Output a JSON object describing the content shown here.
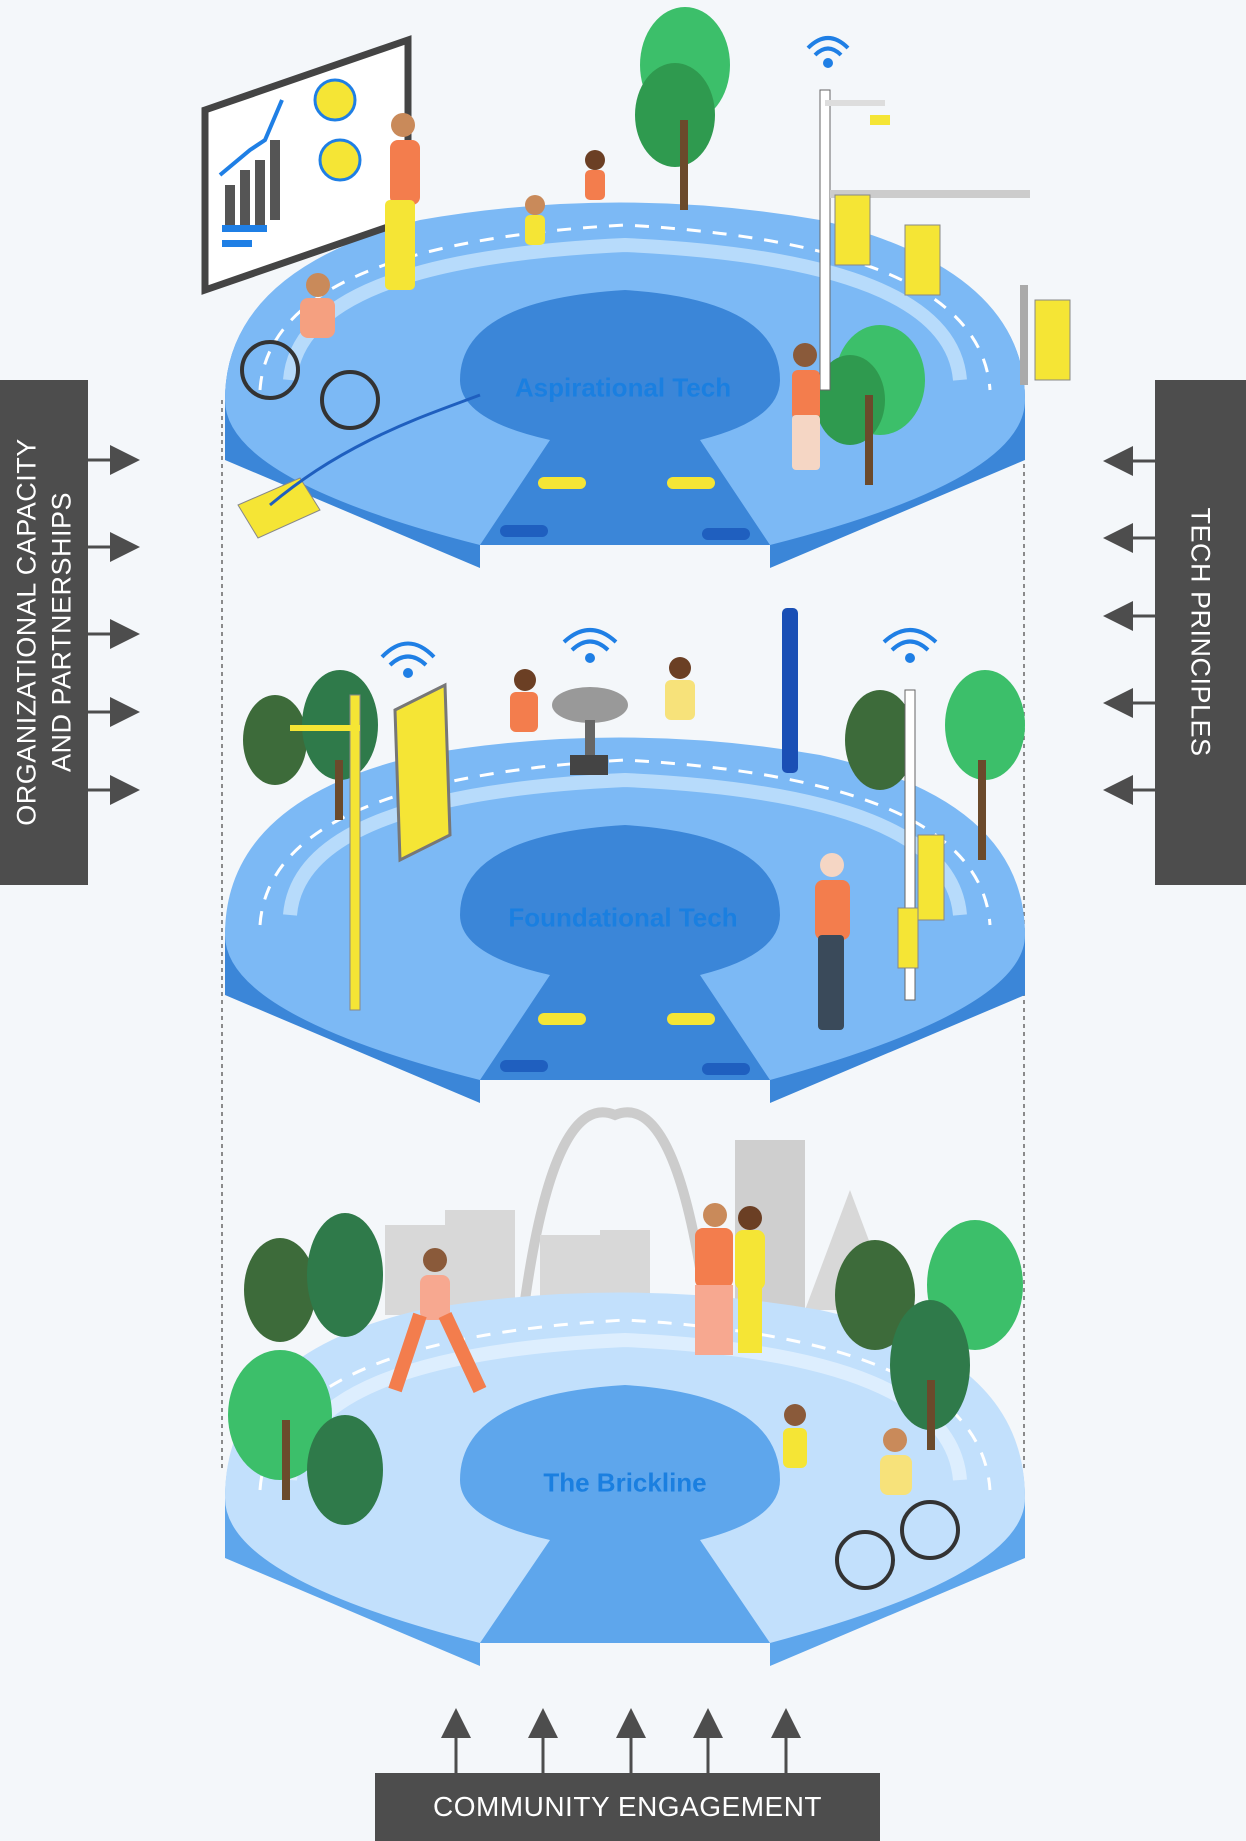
{
  "labels": {
    "left": [
      "ORGANIZATIONAL CAPACITY",
      "AND PARTNERSHIPS"
    ],
    "right": "TECH PRINCIPLES",
    "bottom": "COMMUNITY ENGAGEMENT"
  },
  "rings": [
    {
      "label": "Aspirational Tech"
    },
    {
      "label": "Foundational Tech"
    },
    {
      "label": "The Brickline"
    }
  ],
  "colors": {
    "panel": "#4d4d4d",
    "ring_top": "#7cb9f5",
    "ring_side": "#3b86d8",
    "ring_light": "#b7dbfb",
    "label_blue": "#1a7fe0",
    "accent_yellow": "#f5e535",
    "tree_green": "#3cbf6a",
    "tree_dark": "#3d6b3a",
    "person_orange": "#f37d4d"
  }
}
